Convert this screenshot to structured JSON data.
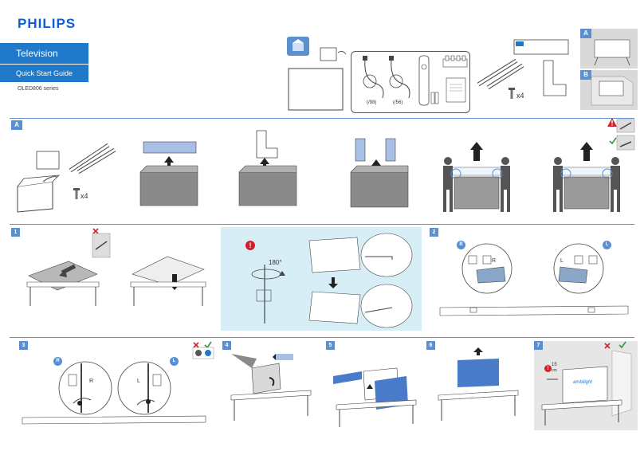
{
  "header": {
    "brand": "PHILIPS",
    "title": "Television",
    "subtitle": "Quick Start Guide",
    "model": "OLED806 series"
  },
  "contents": {
    "cable_label_1": "(/98)",
    "cable_label_2": "(/56)",
    "screw_count": "x4"
  },
  "options": {
    "a": "A",
    "b": "B"
  },
  "section_a": {
    "label": "A",
    "screw_count": "x4"
  },
  "steps": {
    "s1": "1",
    "s2": "2",
    "s3": "3",
    "s4": "4",
    "s5": "5",
    "s6": "6",
    "s7": "7"
  },
  "markers": {
    "right": "R",
    "left": "L",
    "warning": "!"
  },
  "rotation": {
    "angle": "180°"
  },
  "step7": {
    "distance": "15",
    "distance_unit": "cm",
    "logo": "ambilight"
  },
  "colors": {
    "brand": "#0b5ed7",
    "accent": "#5b8fd0",
    "cyan_panel": "#d8eef7",
    "warning": "#d21f2a"
  }
}
